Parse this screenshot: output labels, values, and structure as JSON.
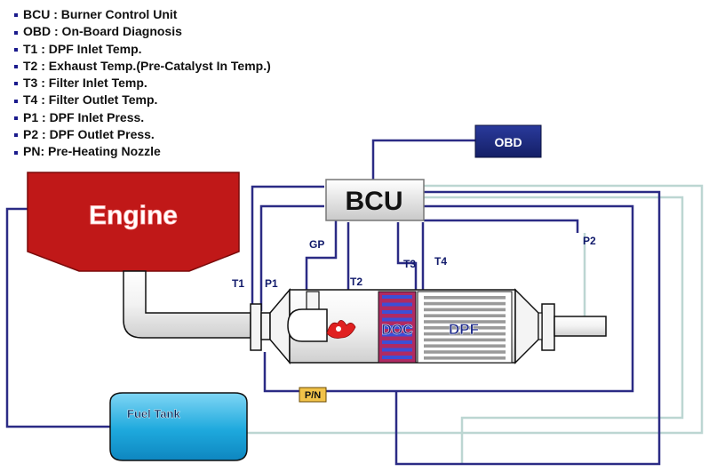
{
  "legend": [
    "BCU : Burner Control Unit",
    "OBD :   On-Board Diagnosis",
    "T1 : DPF Inlet Temp.",
    "T2 : Exhaust Temp.(Pre-Catalyst In Temp.)",
    "T3 : Filter Inlet Temp.",
    "T4 : Filter Outlet Temp.",
    "P1 : DPF Inlet Press.",
    "P2 : DPF Outlet Press.",
    "PN: Pre-Heating Nozzle"
  ],
  "components": {
    "engine": "Engine",
    "bcu": "BCU",
    "obd": "OBD",
    "doc": "DOC",
    "dpf": "DPF",
    "fuel_tank": "Fuel Tank",
    "pn": "P/N"
  },
  "sensors": {
    "t1": "T1",
    "p1": "P1",
    "gp": "GP",
    "t2": "T2",
    "t3": "T3",
    "t4": "T4",
    "p2": "P2"
  },
  "colors": {
    "wire_dark": "#2b2b85",
    "wire_light": "#bcd6d2",
    "engine": "#c01818",
    "obd": "#1c2a82",
    "tank": "#1ea9dd",
    "doc_fill": "#b02a62",
    "doc_slats": "#3c4fd6",
    "pn_badge": "#f1c24a"
  }
}
